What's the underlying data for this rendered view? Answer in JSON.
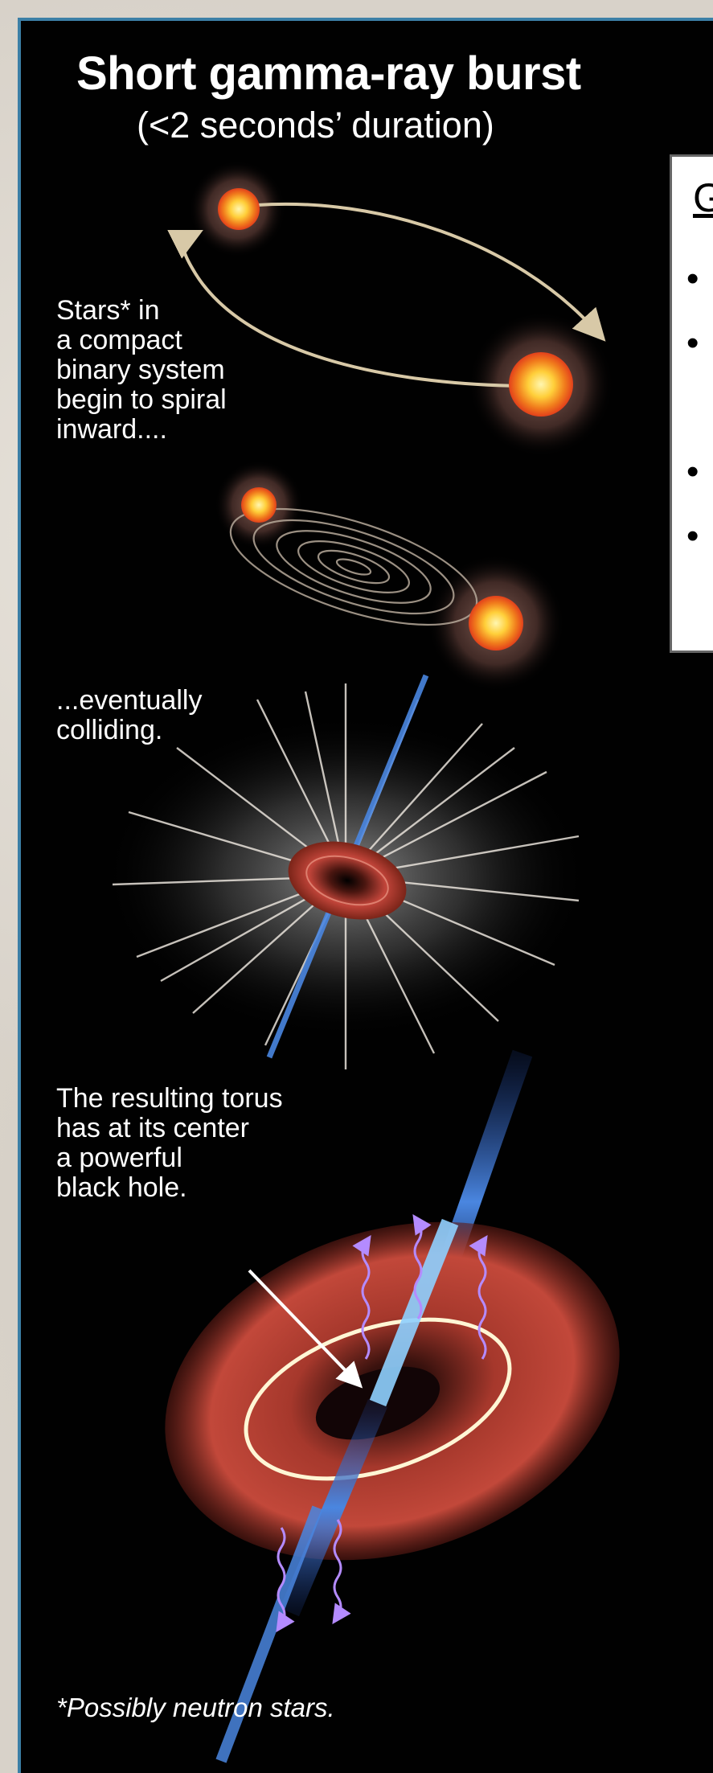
{
  "diagram": {
    "title": "Short gamma-ray burst",
    "subtitle": "(<2 seconds’ duration)",
    "captions": {
      "binary": "Stars* in\na compact\nbinary system\nbegin to spiral\ninward....",
      "colliding": "...eventually\ncolliding.",
      "torus": "The resulting torus\nhas at its center\na powerful\nblack hole."
    },
    "footnote": "*Possibly neutron stars."
  },
  "side_box": {
    "heading": "G",
    "bullets": [
      "•",
      "•",
      "•",
      "•"
    ]
  },
  "colors": {
    "panel_background": "#010101",
    "panel_border": "#3c7fa6",
    "star_core": "#ffcf3a",
    "star_rim": "#e2401b",
    "torus": "#b83a2c",
    "jet": "#4a86e0",
    "orbit_arrow": "#d8c9a7",
    "wave": "#b48bff"
  }
}
